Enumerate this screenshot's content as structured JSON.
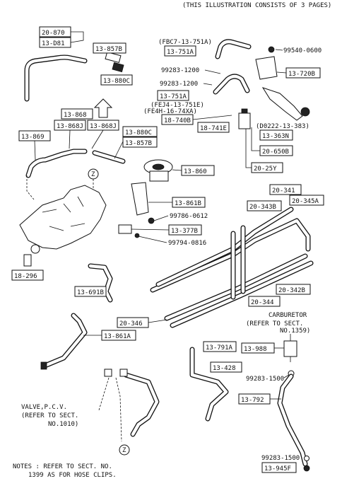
{
  "header": {
    "note": "(THIS ILLUSTRATION CONSISTS OF  3 PAGES)"
  },
  "labels": {
    "p20_870": "20-870",
    "p13_D81": "13-D81",
    "p13_857B_top": "13-857B",
    "p13_880C_top": "13-880C",
    "p_fbc7": "(FBC7-13-751A)",
    "p13_751A_top": "13-751A",
    "p99540": "99540-0600",
    "p99283_1200_a": "99283-1200",
    "p13_720B": "13-720B",
    "p99283_1200_b": "99283-1200",
    "p13_751A_mid": "13-751A",
    "p_fej4": "(FEJ4-13-751E)",
    "p_fe4h": "(FE4H-16-74XA)",
    "p13_868": "13-868",
    "p18_740B": "18-740B",
    "p18_741E": "18-741E",
    "p_d0222": "(D0222-13-383)",
    "p13_363N": "13-363N",
    "p13_869": "13-869",
    "p13_868J_a": "13-868J",
    "p13_868J_b": "13-868J",
    "p13_880C_mid": "13-880C",
    "p13_857B_mid": "13-857B",
    "p20_650B": "20-650B",
    "p20_25Y": "20-25Y",
    "p13_860": "13-860",
    "p20_341": "20-341",
    "p13_861B": "13-861B",
    "p20_343B": "20-343B",
    "p20_345A": "20-345A",
    "p99786": "99786-0612",
    "p13_377B": "13-377B",
    "p99794": "99794-0816",
    "p18_296": "18-296",
    "p13_691B": "13-691B",
    "p20_342B": "20-342B",
    "p20_344": "20-344",
    "p20_346": "20-346",
    "p13_861A": "13-861A",
    "carb_1": "CARBURETOR",
    "carb_2": "(REFER TO SECT.",
    "carb_3": "NO.1359)",
    "p13_791A": "13-791A",
    "p13_988": "13-988",
    "p13_428": "13-428",
    "p99283_1500_a": "99283-1500",
    "p13_792": "13-792",
    "valve_1": "VALVE,P.C.V.",
    "valve_2": "(REFER TO SECT.",
    "valve_3": "NO.1010)",
    "p99283_1500_b": "99283-1500",
    "p13_945F": "13-945F",
    "z_top": "Z",
    "z_bottom": "Z"
  },
  "notes": {
    "line1": "NOTES : REFER TO SECT. NO.",
    "line2": "1399  AS FOR HOSE CLIPS."
  }
}
